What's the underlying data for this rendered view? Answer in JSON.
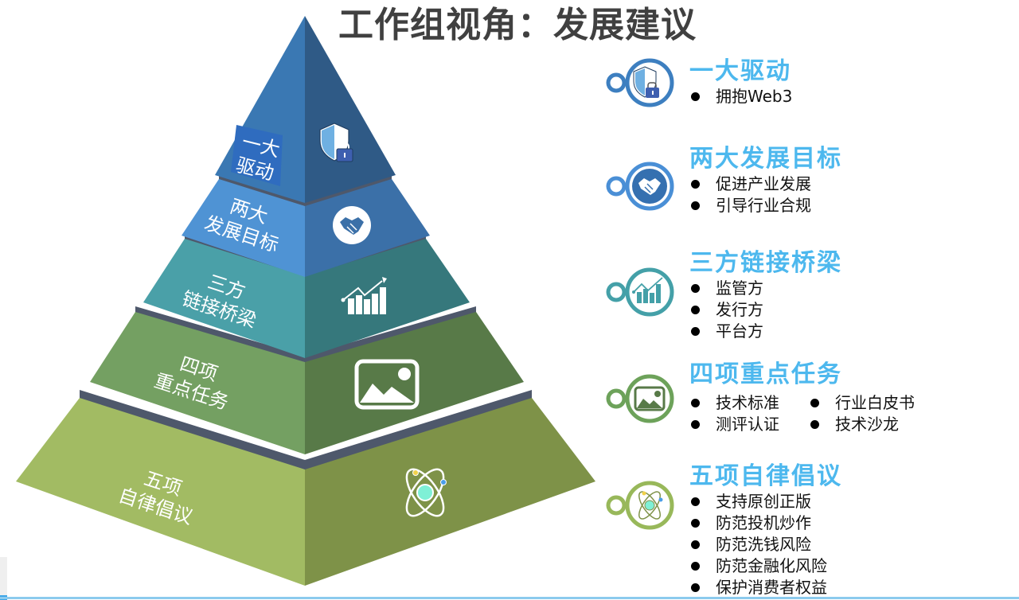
{
  "title": "工作组视角：发展建议",
  "pyramid": {
    "tiers": [
      {
        "label": "一大\n驱动",
        "icon": "shield-lock-icon",
        "colors": {
          "left": "#3a78b3",
          "right": "#2f5a86",
          "label_bg": "#2f6cbf"
        }
      },
      {
        "label": "两大\n发展目标",
        "icon": "handshake-icon",
        "colors": {
          "left": "#4f93d4",
          "right": "#3b70a8"
        }
      },
      {
        "label": "三方\n链接桥梁",
        "icon": "growth-chart-icon",
        "colors": {
          "left": "#4aa0a8",
          "right": "#36787c"
        }
      },
      {
        "label": "四项\n重点任务",
        "icon": "image-icon",
        "colors": {
          "left": "#74a062",
          "right": "#587a48"
        }
      },
      {
        "label": "五项\n自律倡议",
        "icon": "atom-icon",
        "colors": {
          "left": "#a2bb63",
          "right": "#7e9248"
        }
      }
    ],
    "separator_color": "#4e586b"
  },
  "legend": [
    {
      "title": "一大驱动",
      "icon": "shield-lock-icon",
      "color": "#3d7fc0",
      "items": [
        "拥抱Web3"
      ]
    },
    {
      "title": "两大发展目标",
      "icon": "handshake-icon",
      "color": "#4a8fd6",
      "items": [
        "促进产业发展",
        "引导行业合规"
      ]
    },
    {
      "title": "三方链接桥梁",
      "icon": "growth-chart-icon",
      "color": "#44a0a8",
      "items": [
        "监管方",
        "发行方",
        "平台方"
      ]
    },
    {
      "title": "四项重点任务",
      "icon": "image-icon",
      "color": "#6da25a",
      "items": [
        "技术标准",
        "行业白皮书",
        "测评认证",
        "技术沙龙"
      ]
    },
    {
      "title": "五项自律倡议",
      "icon": "atom-icon",
      "color": "#98b85a",
      "items": [
        "支持原创正版",
        "防范投机炒作",
        "防范洗钱风险",
        "防范金融化风险",
        "保护消费者权益"
      ]
    }
  ],
  "accent_title_color": "#4db8ee"
}
